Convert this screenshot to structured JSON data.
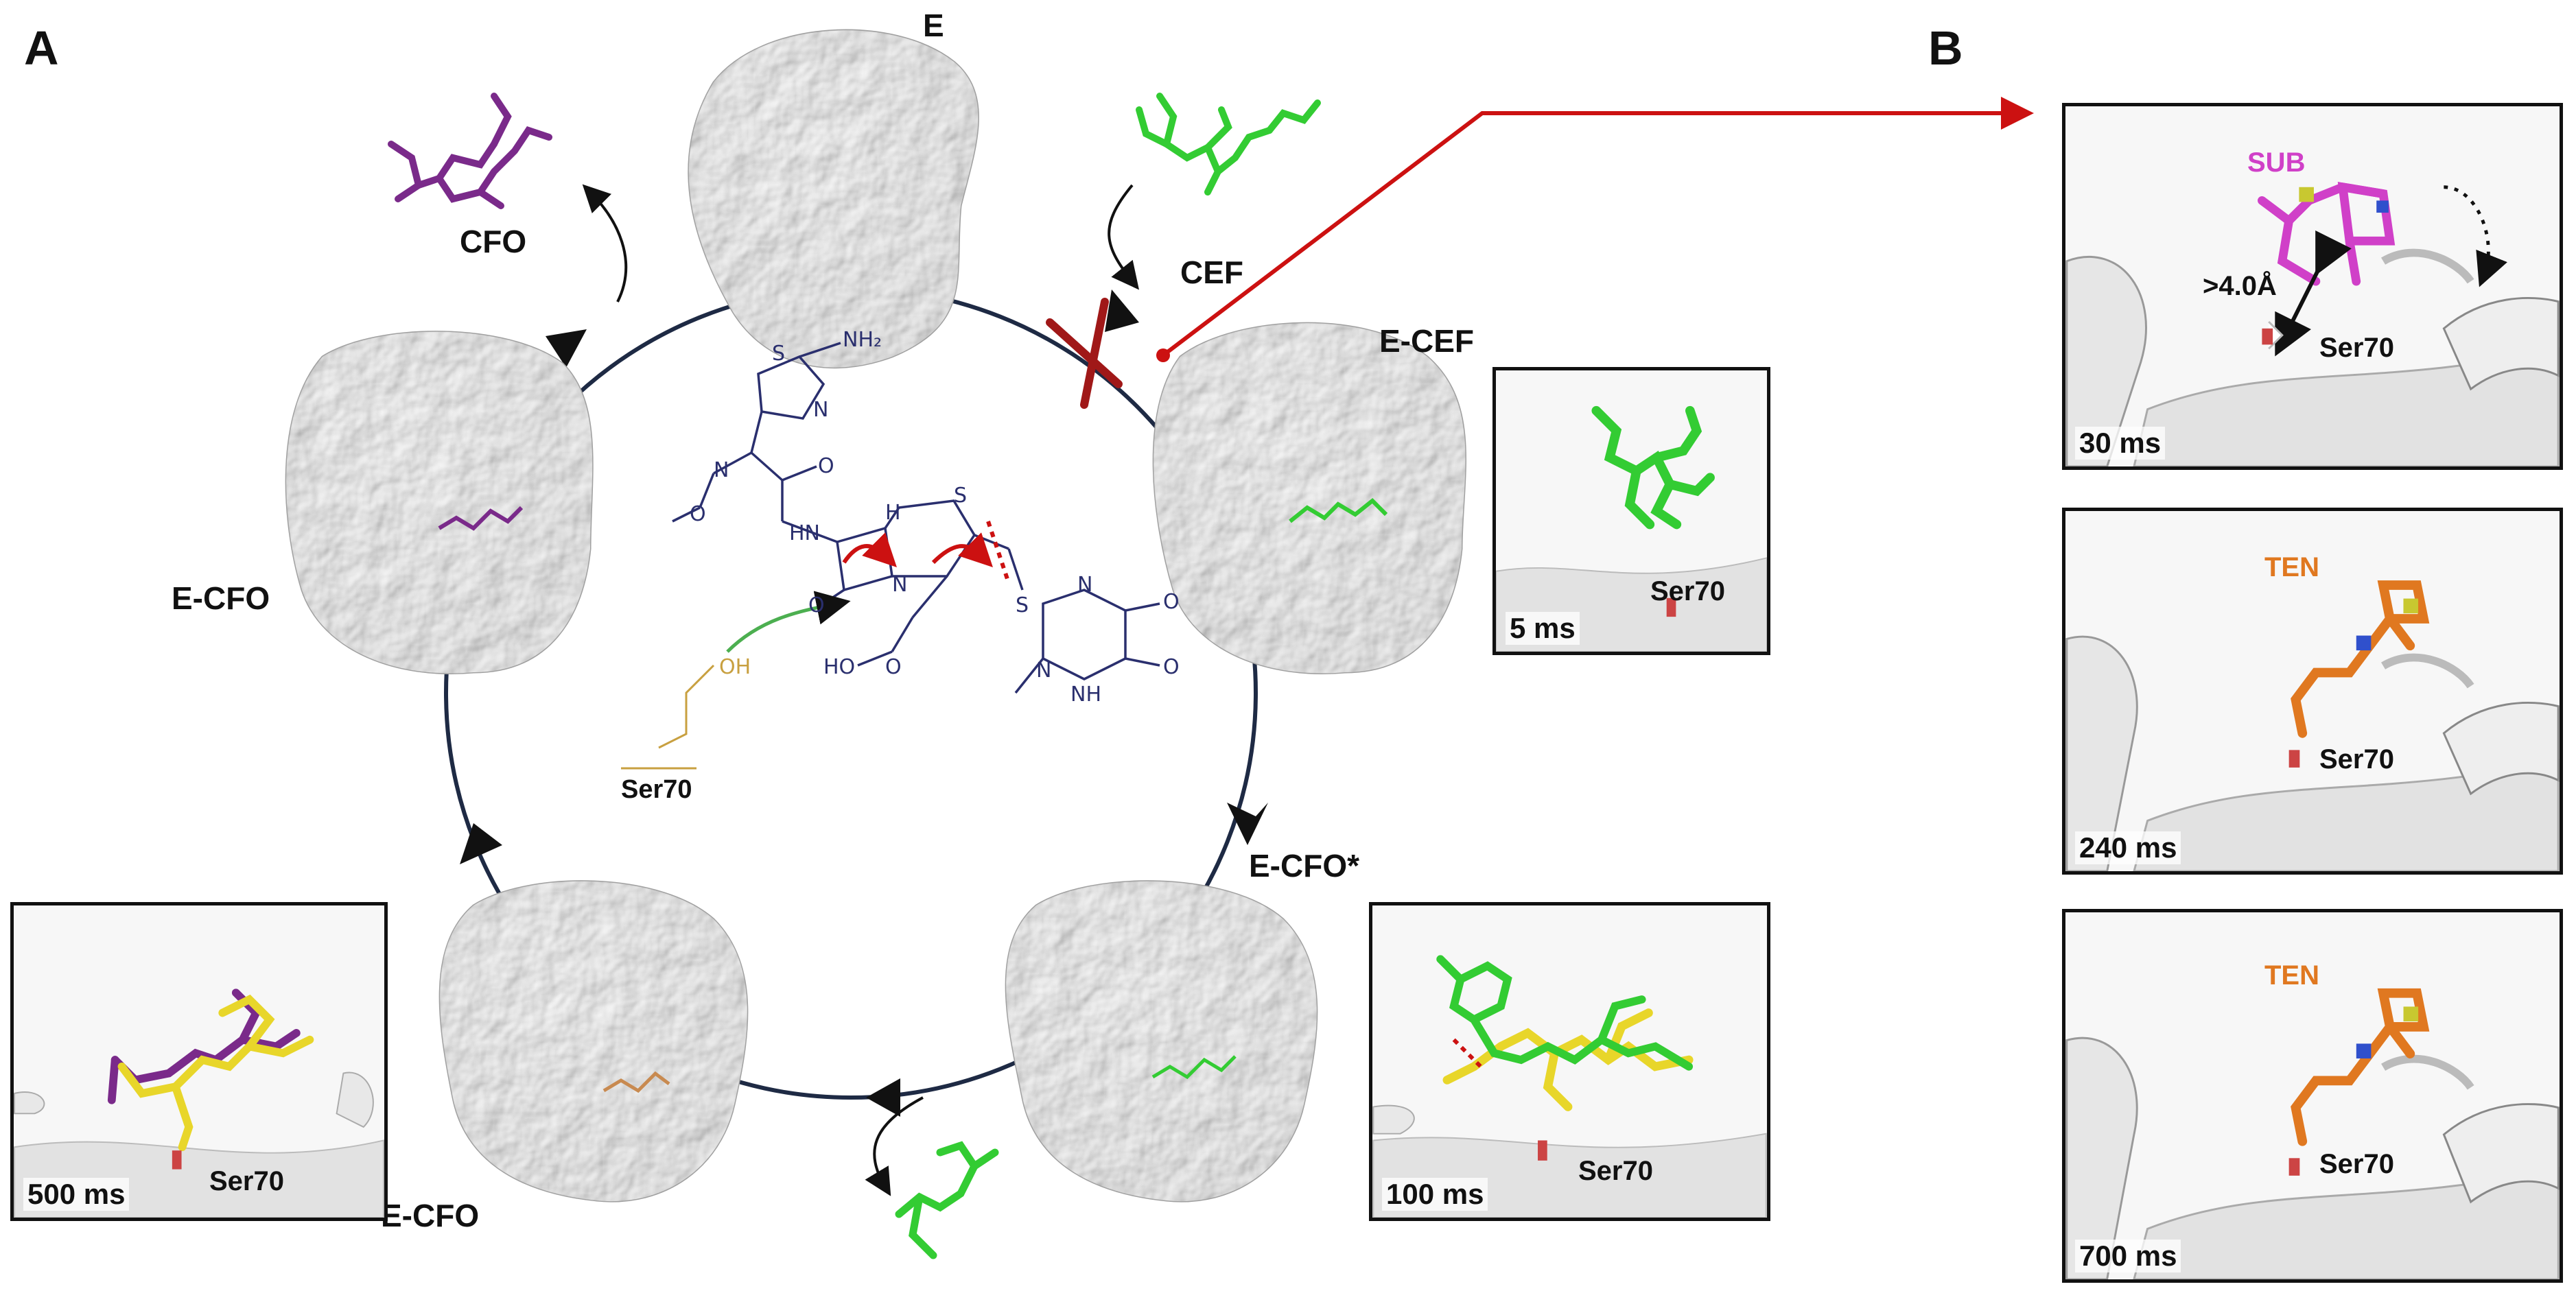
{
  "panels": {
    "a": "A",
    "b": "B"
  },
  "states": {
    "e": "E",
    "cef": "CEF",
    "e_cef": "E-CEF",
    "e_cfo_star": "E-CFO*",
    "e_cfo_bottom": "E-CFO",
    "e_cfo_left": "E-CFO",
    "cfo": "CFO"
  },
  "chem": {
    "nh2": "NH₂",
    "s_top": "S",
    "n_ring": "N",
    "n_oxime": "N",
    "o_oxime": "O",
    "hn": "HN",
    "h": "H",
    "s_lactam": "S",
    "n_lactam": "N",
    "o_lactam": "O",
    "o_amide": "O",
    "ho": "HO",
    "o_acid": "O",
    "s_link": "S",
    "n_tri1": "N",
    "n_tri2": "N",
    "nh": "NH",
    "o_tri1": "O",
    "o_tri2": "O",
    "oh": "OH",
    "ser70": "Ser70"
  },
  "insets": {
    "ms5": {
      "time": "5 ms",
      "residue": "Ser70"
    },
    "ms100": {
      "time": "100 ms",
      "residue": "Ser70"
    },
    "ms500": {
      "time": "500 ms",
      "residue": "Ser70"
    },
    "ms30": {
      "time": "30 ms",
      "residue": "Ser70",
      "ligand": "SUB",
      "distance": ">4.0Å"
    },
    "ms240": {
      "time": "240 ms",
      "residue": "Ser70",
      "ligand": "TEN"
    },
    "ms700": {
      "time": "700 ms",
      "residue": "Ser70",
      "ligand": "TEN"
    }
  },
  "colors": {
    "cycle": "#1e2a44",
    "green_ligand": "#33cc33",
    "purple_ligand": "#7a2a8a",
    "yellow_ligand": "#e8d62a",
    "magenta_ligand": "#d040c8",
    "orange_ligand": "#e07820",
    "red_arrow": "#cc1111",
    "cross": "#a01818",
    "protein": "#d8d8d8",
    "chem_ink": "#2a2f6e",
    "ser_ink": "#c8a040"
  },
  "icons": [
    "cycle-arrow-icon",
    "blocked-cross-icon",
    "pointer-arrow-icon",
    "rotation-arrow-icon"
  ]
}
